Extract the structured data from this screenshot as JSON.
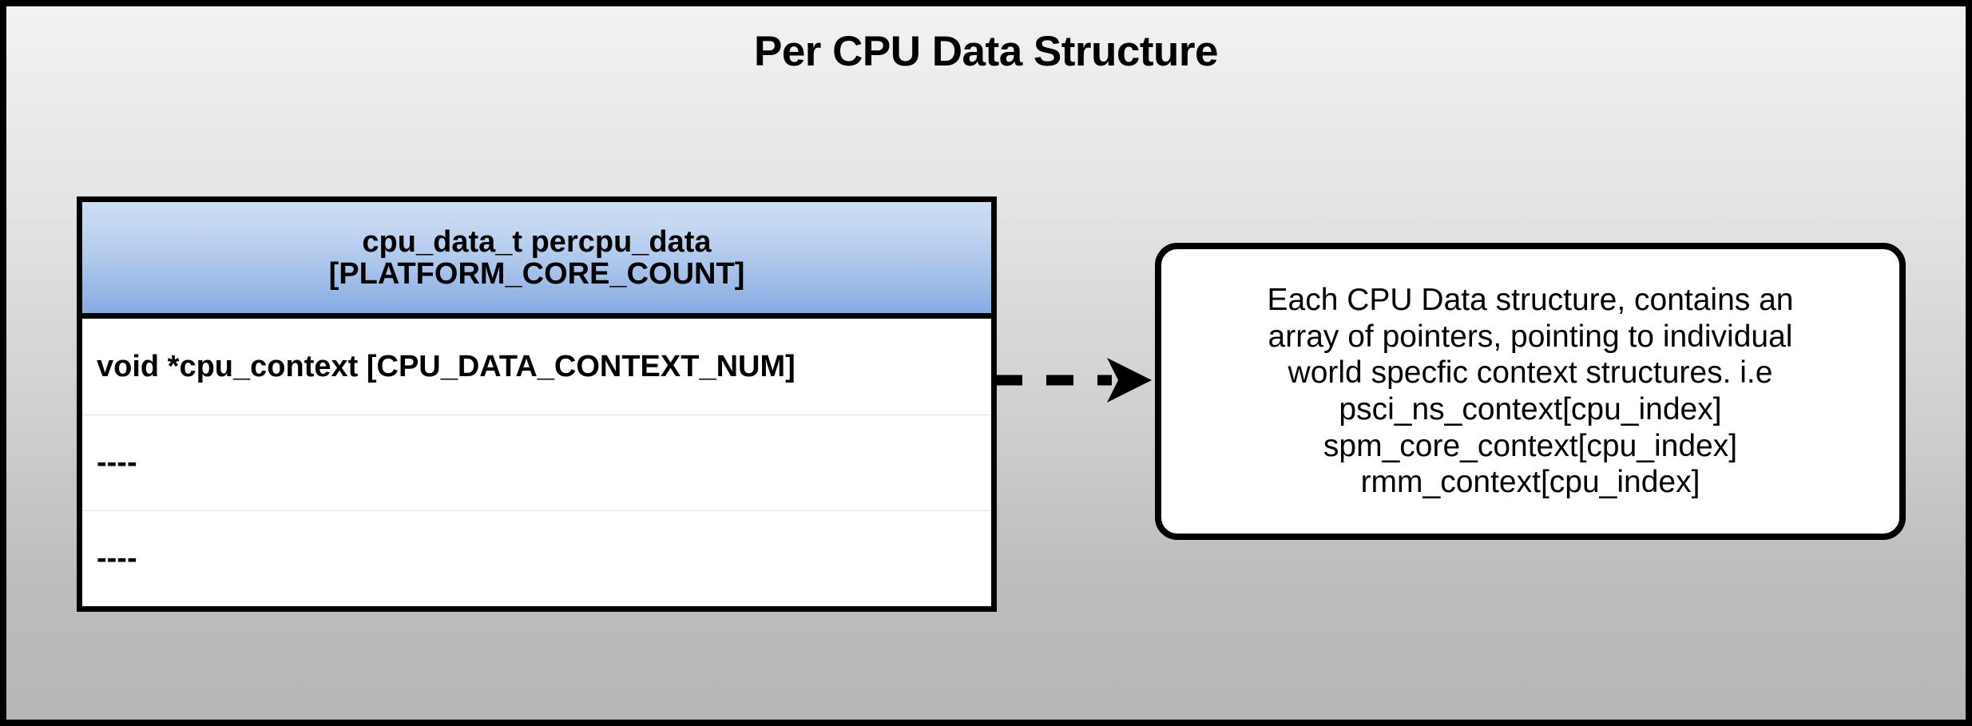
{
  "diagram": {
    "title": "Per CPU Data Structure",
    "background_top_color": "#f2f2f2",
    "background_bottom_color": "#b7b7b7",
    "border_color": "#000000"
  },
  "struct_table": {
    "header_lines": [
      "cpu_data_t percpu_data",
      "[PLATFORM_CORE_COUNT]"
    ],
    "header_gradient_top": "#cddef5",
    "header_gradient_bottom": "#87ace2",
    "rows": [
      "void *cpu_context [CPU_DATA_CONTEXT_NUM]",
      "----",
      "----"
    ]
  },
  "connector": {
    "style": "dashed-arrow",
    "direction": "right",
    "color": "#000000"
  },
  "callout": {
    "lines": [
      "Each CPU Data structure, contains an",
      "array of pointers, pointing to individual",
      "world specfic context structures. i.e",
      "psci_ns_context[cpu_index]",
      "spm_core_context[cpu_index]",
      "rmm_context[cpu_index]"
    ]
  }
}
